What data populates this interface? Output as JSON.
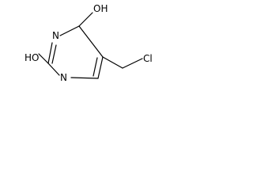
{
  "molecule": {
    "atoms": {
      "ring_n1": "N",
      "ring_n3": "N",
      "oh_top": "OH",
      "oh_left": "HO",
      "chlorine": "Cl"
    }
  }
}
